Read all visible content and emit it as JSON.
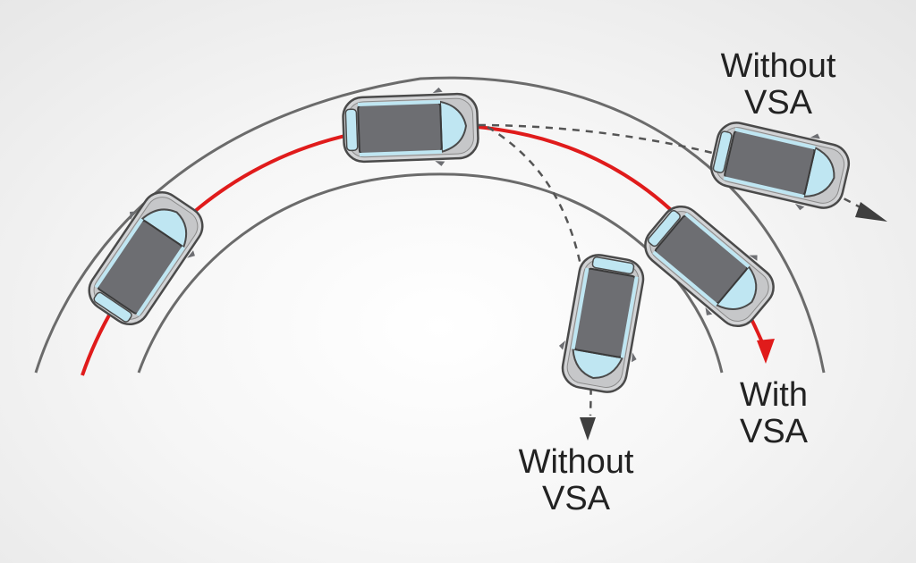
{
  "labels": {
    "without_vsa_top": {
      "line1": "Without",
      "line2": "VSA"
    },
    "without_vsa_bottom": {
      "line1": "Without",
      "line2": "VSA"
    },
    "with_vsa": {
      "line1": "With",
      "line2": "VSA"
    }
  },
  "colors": {
    "road_edge": "#6b6b6b",
    "vsa_path": "#e01b1b",
    "skid_path": "#555555",
    "car_body": "#d2d3d5",
    "car_roof": "#6d6e72",
    "car_glass": "#bfe6f2"
  },
  "icons": [
    "car-icon",
    "arrow-icon"
  ]
}
